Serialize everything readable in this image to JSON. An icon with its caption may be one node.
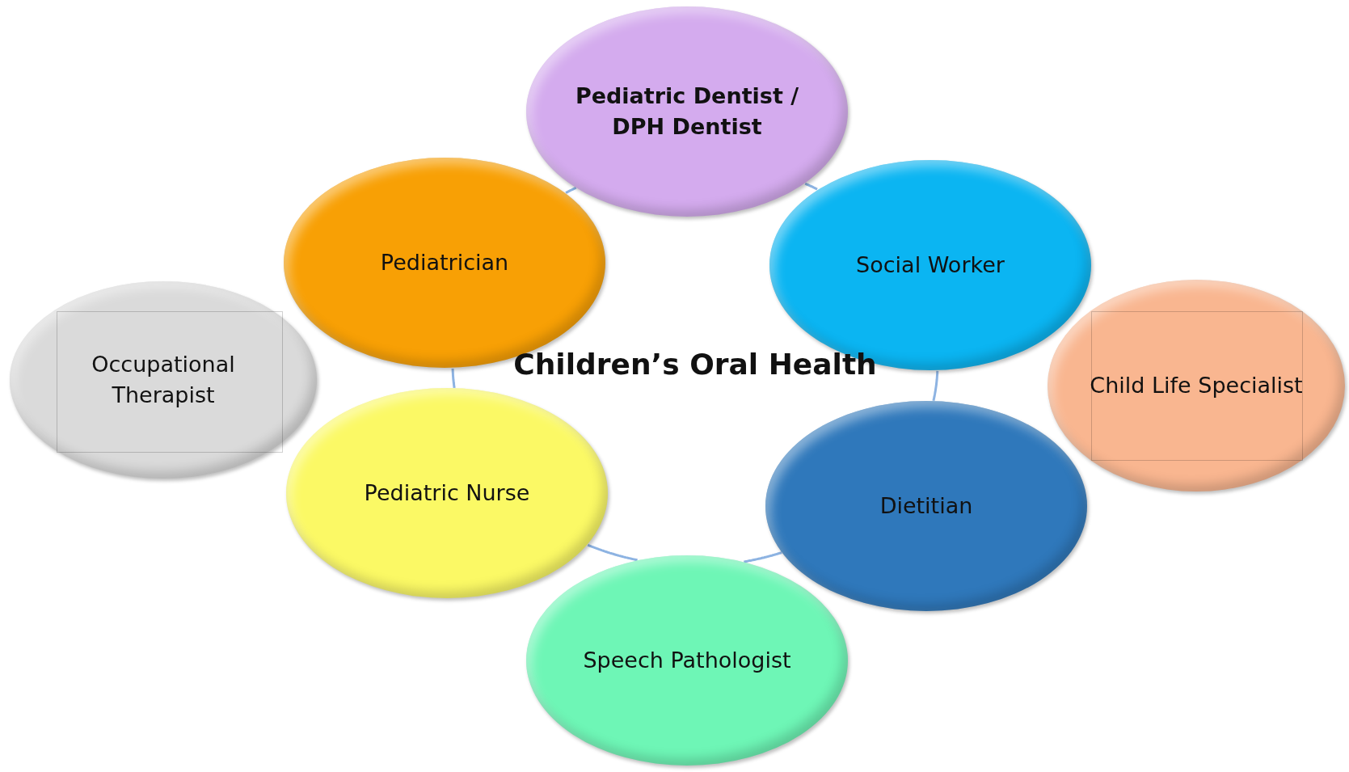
{
  "diagram": {
    "title": "Children’s Oral Health",
    "nodes": [
      {
        "text": [
          "Pediatric Dentist / DPH Dentist"
        ]
      },
      {
        "text": [
          "Pediatrician"
        ]
      },
      {
        "text": [
          "Social Worker"
        ]
      },
      {
        "text": [
          "Occupational Therapist"
        ]
      },
      {
        "text": [
          "Child Life Specialist"
        ]
      },
      {
        "text": [
          "Pediatric Nurse"
        ]
      },
      {
        "text": [
          "Dietitian"
        ]
      },
      {
        "text": [
          "Speech Pathologist"
        ]
      }
    ],
    "edges": [
      {
        "from": 0,
        "to": 2,
        "arrow": "none"
      },
      {
        "from": 2,
        "to": 6,
        "arrow": "none"
      },
      {
        "from": 6,
        "to": 7,
        "arrow": "none"
      },
      {
        "from": 7,
        "to": 5,
        "arrow": "none"
      },
      {
        "from": 5,
        "to": 1,
        "arrow": "none"
      },
      {
        "from": 1,
        "to": 0,
        "arrow": "none"
      }
    ]
  }
}
